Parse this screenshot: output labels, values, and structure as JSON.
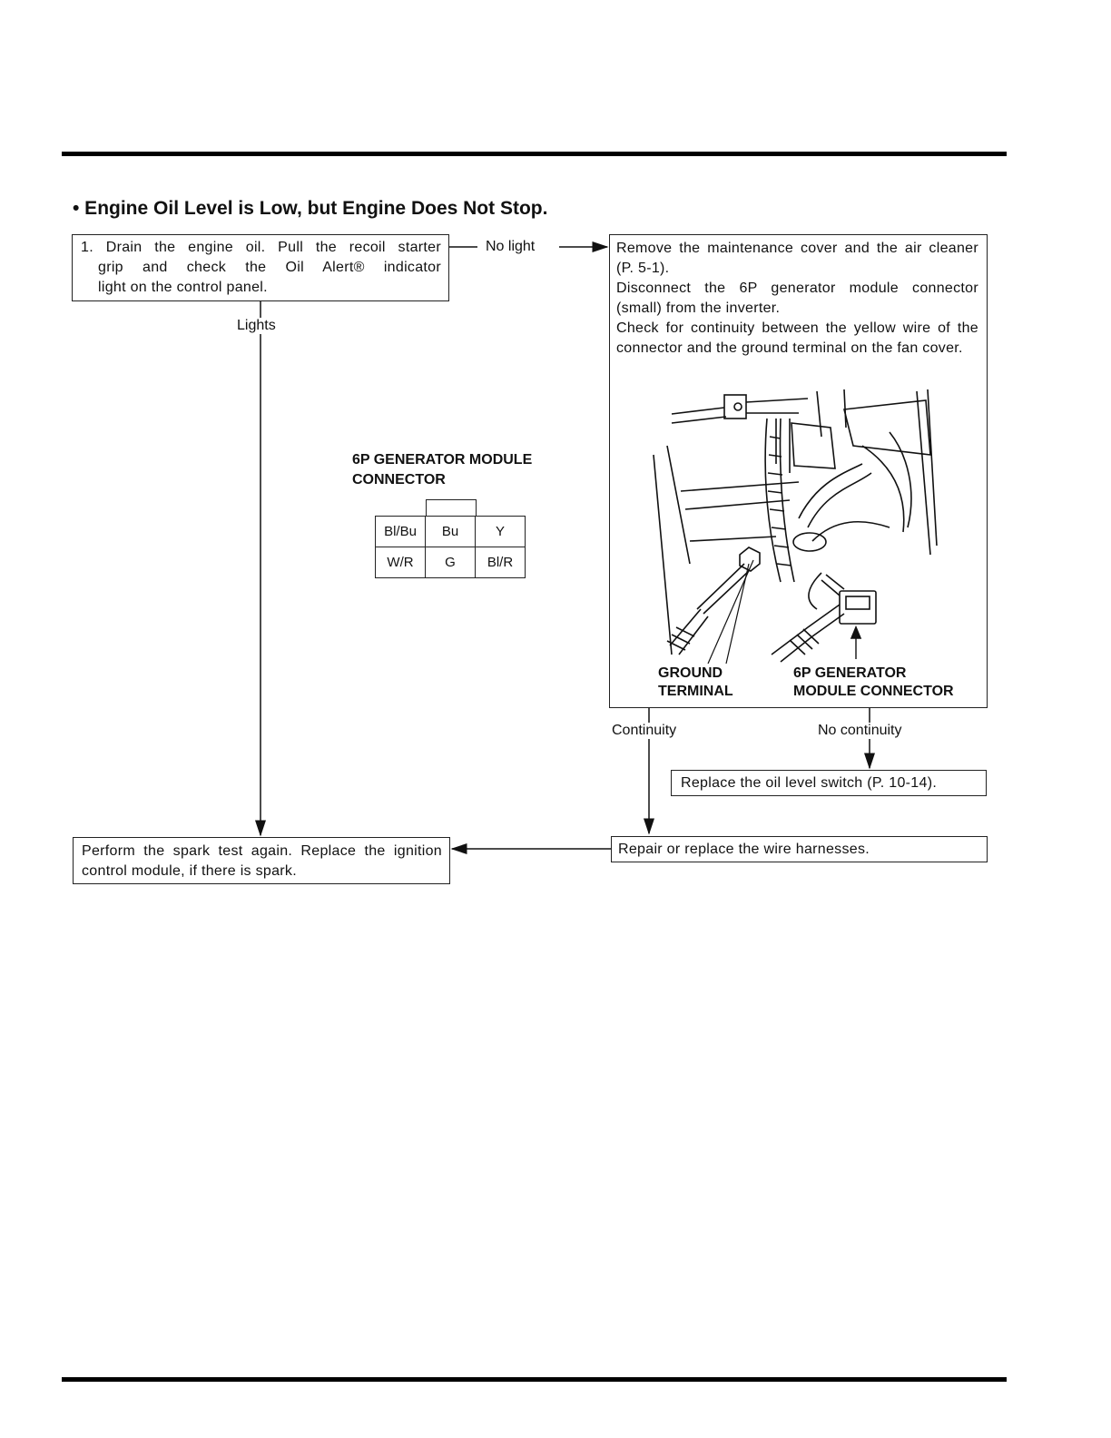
{
  "title": "• Engine Oil Level is Low, but Engine Does Not Stop.",
  "step1": {
    "line1": "1. Drain the engine oil. Pull the recoil starter",
    "line2": "grip and check the Oil Alert® indicator",
    "line3": "light on the control panel."
  },
  "labels": {
    "no_light": "No light",
    "lights": "Lights",
    "continuity": "Continuity",
    "no_continuity": "No continuity"
  },
  "inspect_box": {
    "p1": "Remove the maintenance cover and the air cleaner (P. 5-1).",
    "p2": "Disconnect the 6P generator module connector (small) from the inverter.",
    "p3": "Check for continuity between the yellow wire of the connector and the ground terminal on the fan cover."
  },
  "connector": {
    "title_line1": "6P GENERATOR MODULE",
    "title_line2": "CONNECTOR",
    "row1": [
      "Bl/Bu",
      "Bu",
      "Y"
    ],
    "row2": [
      "W/R",
      "G",
      "Bl/R"
    ]
  },
  "figure": {
    "ground_line1": "GROUND",
    "ground_line2": "TERMINAL",
    "module_line1": "6P GENERATOR",
    "module_line2": "MODULE CONNECTOR"
  },
  "replace_switch": "Replace the oil level switch (P. 10-14).",
  "repair_harness": "Repair or replace the wire harnesses.",
  "spark_test": "Perform the spark test again. Replace the ignition control module, if there is spark."
}
